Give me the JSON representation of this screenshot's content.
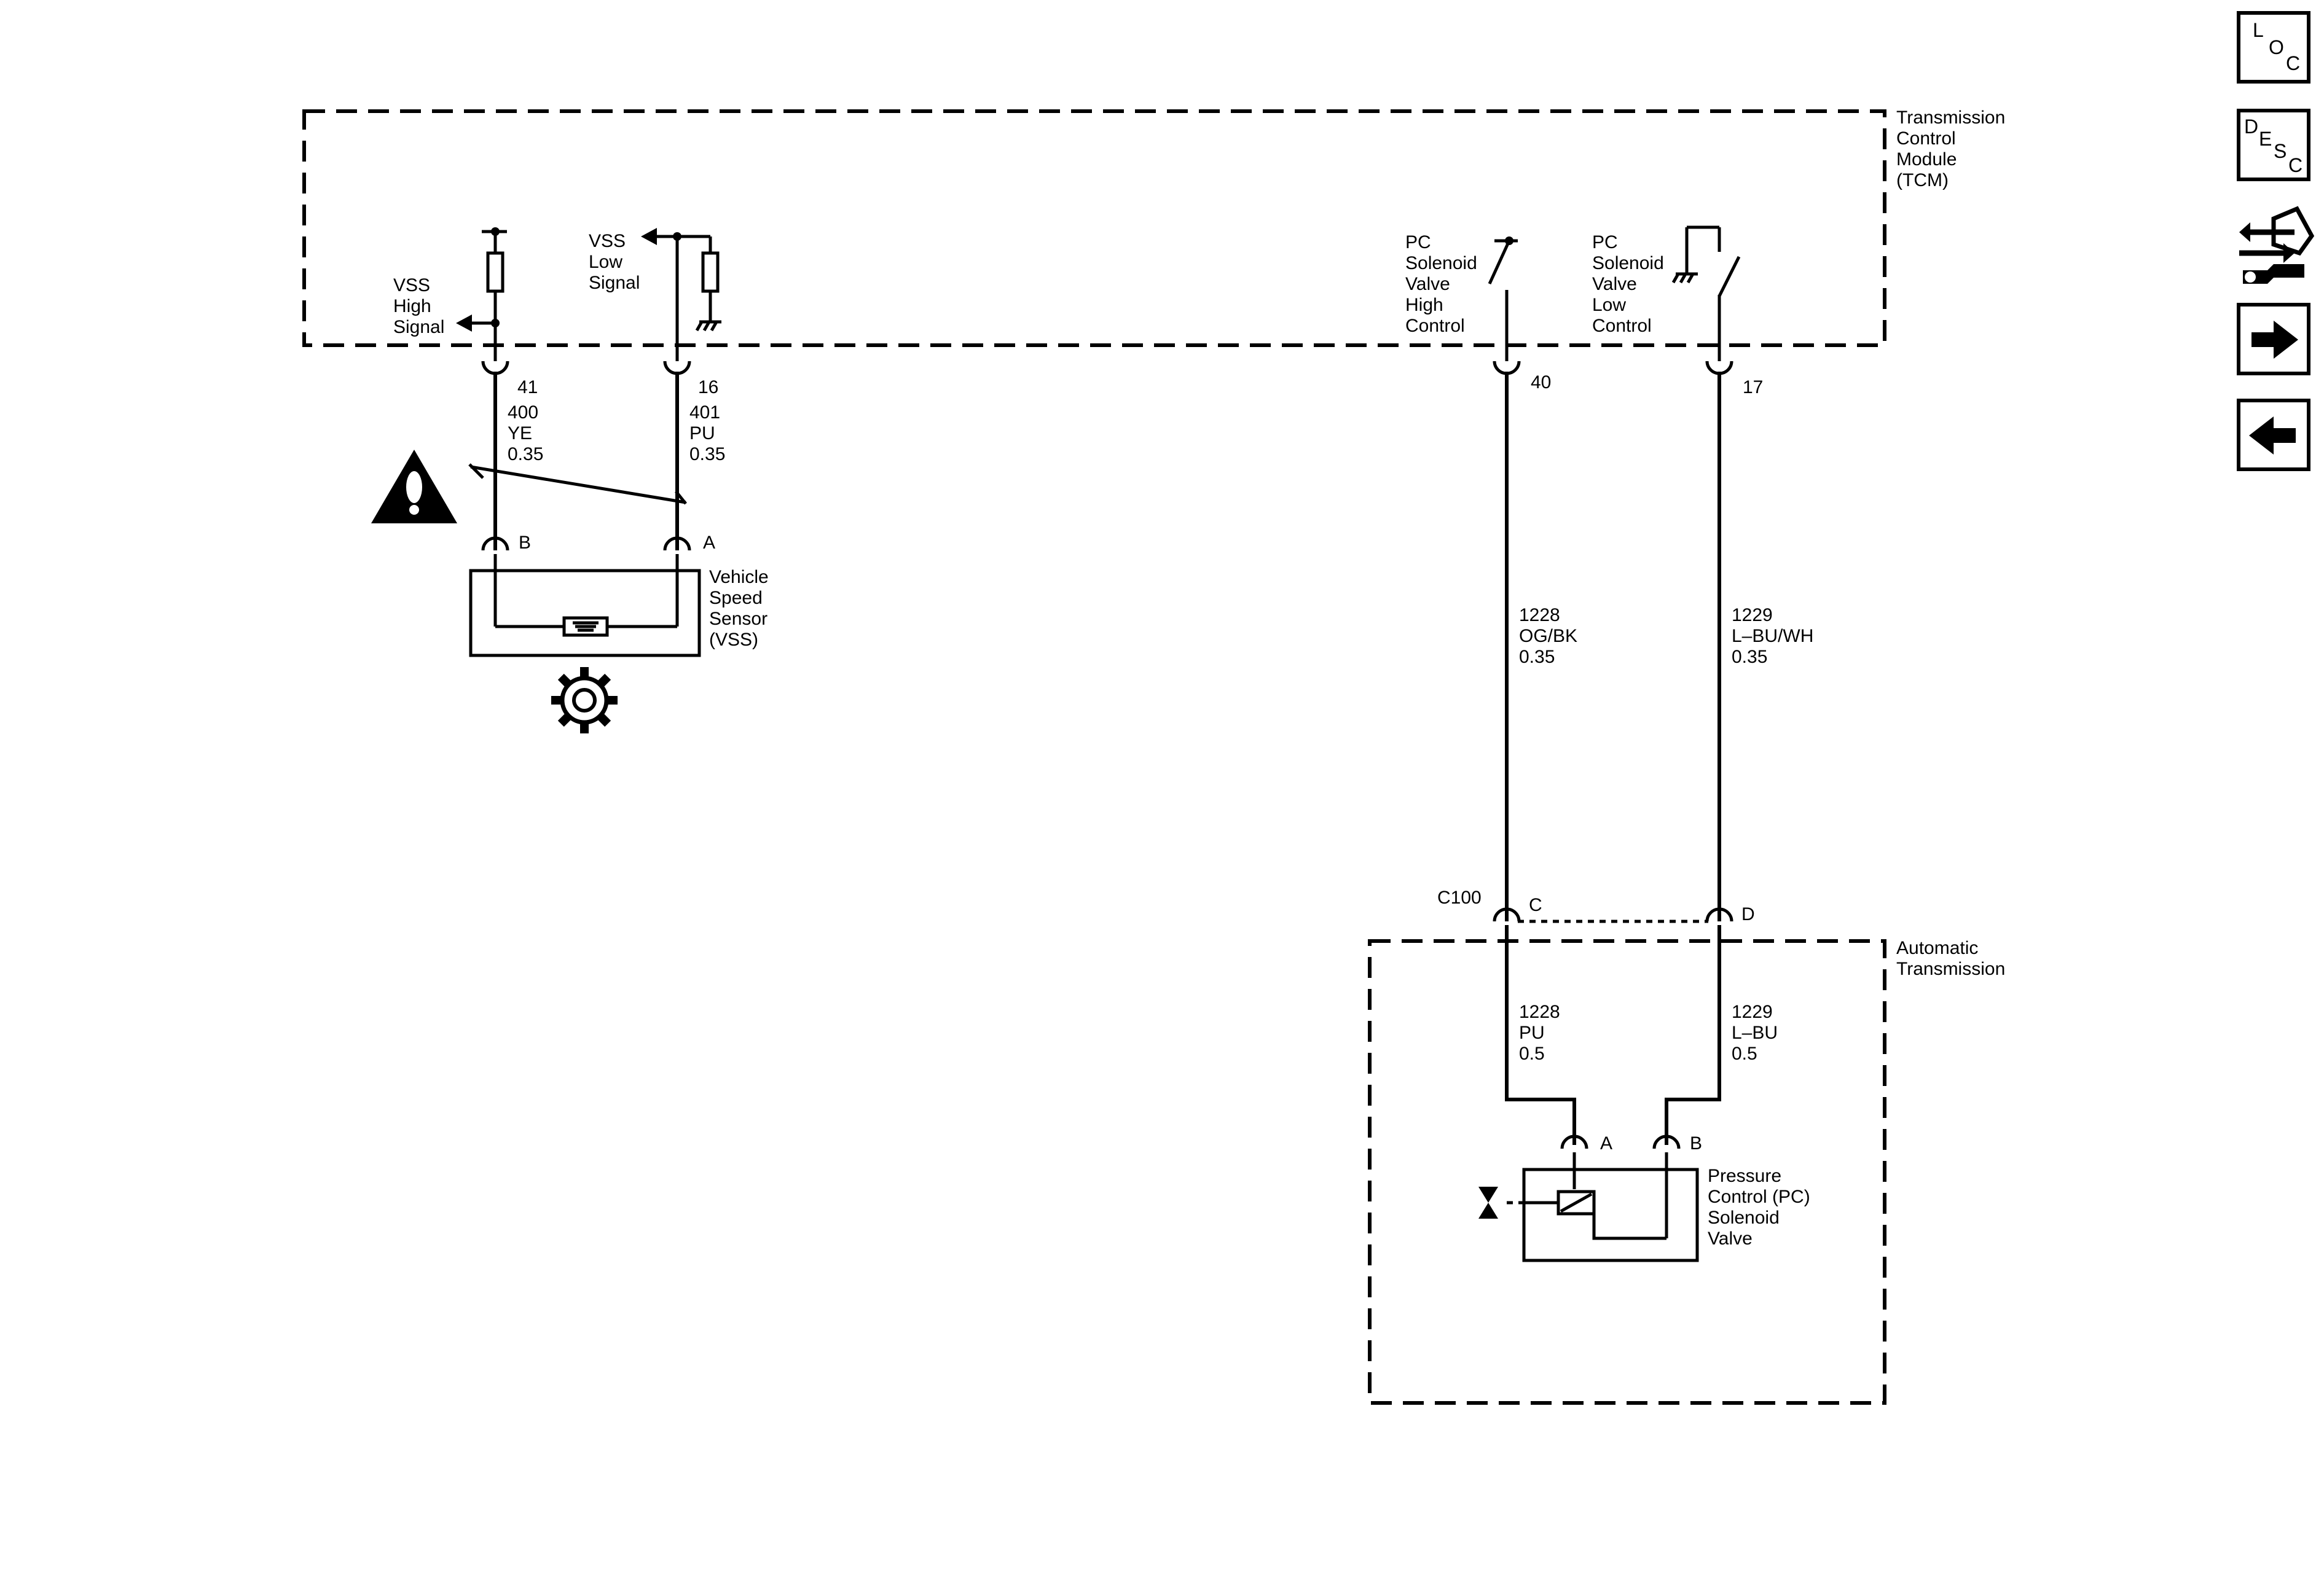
{
  "modules": {
    "tcm": [
      "Transmission",
      "Control",
      "Module",
      "(TCM)"
    ],
    "auto_trans": [
      "Automatic",
      "Transmission"
    ]
  },
  "signals": {
    "vss_high": [
      "VSS",
      "High",
      "Signal"
    ],
    "vss_low": [
      "VSS",
      "Low",
      "Signal"
    ],
    "pc_high": [
      "PC",
      "Solenoid",
      "Valve",
      "High",
      "Control"
    ],
    "pc_low": [
      "PC",
      "Solenoid",
      "Valve",
      "Low",
      "Control"
    ]
  },
  "pins": {
    "p41": "41",
    "p16": "16",
    "p40": "40",
    "p17": "17",
    "vss_b": "B",
    "vss_a": "A",
    "c100_c": "C",
    "c100_d": "D",
    "pc_a": "A",
    "pc_b": "B"
  },
  "connector": "C100",
  "wires": {
    "w400": [
      "400",
      "YE",
      "0.35"
    ],
    "w401": [
      "401",
      "PU",
      "0.35"
    ],
    "w1228_top": [
      "1228",
      "OG/BK",
      "0.35"
    ],
    "w1229_top": [
      "1229",
      "L–BU/WH",
      "0.35"
    ],
    "w1228_bot": [
      "1228",
      "PU",
      "0.5"
    ],
    "w1229_bot": [
      "1229",
      "L–BU",
      "0.5"
    ]
  },
  "components": {
    "vss": [
      "Vehicle",
      "Speed",
      "Sensor",
      "(VSS)"
    ],
    "pc_solenoid": [
      "Pressure",
      "Control (PC)",
      "Solenoid",
      "Valve"
    ]
  },
  "nav": {
    "loc": [
      "L",
      "O",
      "C"
    ],
    "desc": [
      "D",
      "E",
      "S",
      "C"
    ],
    "icons": [
      "connector-tool-icon",
      "arrow-right-icon",
      "arrow-left-icon"
    ]
  }
}
